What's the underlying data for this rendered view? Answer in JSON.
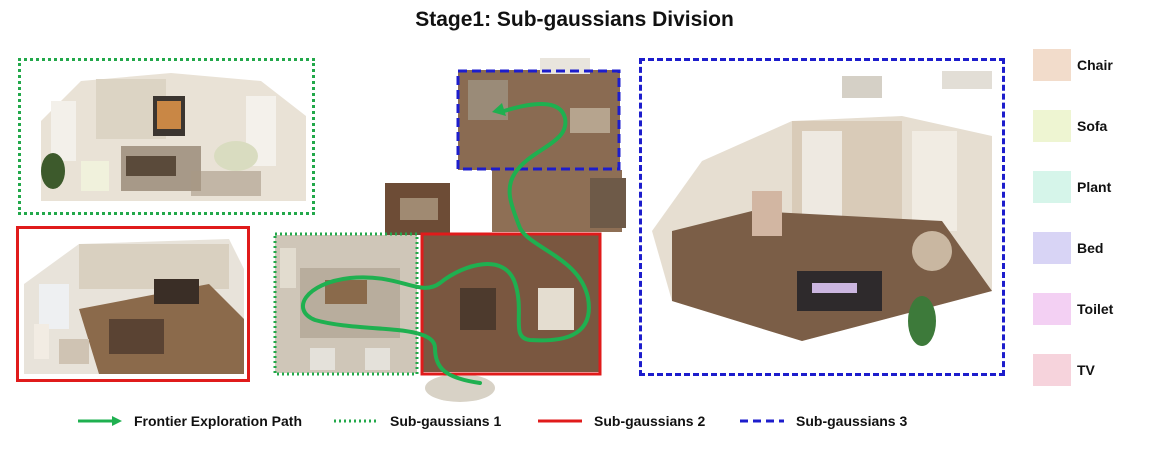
{
  "title": "Stage1: Sub-gaussians Division",
  "legend_right": [
    {
      "label": "Chair",
      "color": "#f2dccb"
    },
    {
      "label": "Sofa",
      "color": "#eef5d2"
    },
    {
      "label": "Plant",
      "color": "#d6f5ea"
    },
    {
      "label": "Bed",
      "color": "#d8d4f5"
    },
    {
      "label": "Toilet",
      "color": "#f3d0f3"
    },
    {
      "label": "TV",
      "color": "#f6d3dc"
    }
  ],
  "legend_bottom": [
    {
      "label": "Frontier Exploration Path",
      "icon": "green-arrow-line",
      "color": "#1fb050"
    },
    {
      "label": "Sub-gaussians 1",
      "icon": "green-dotted-line",
      "color": "#22a84a"
    },
    {
      "label": "Sub-gaussians 2",
      "icon": "red-solid-line",
      "color": "#e01b1b"
    },
    {
      "label": "Sub-gaussians 3",
      "icon": "blue-dashed-line",
      "color": "#1d1dcc"
    }
  ]
}
